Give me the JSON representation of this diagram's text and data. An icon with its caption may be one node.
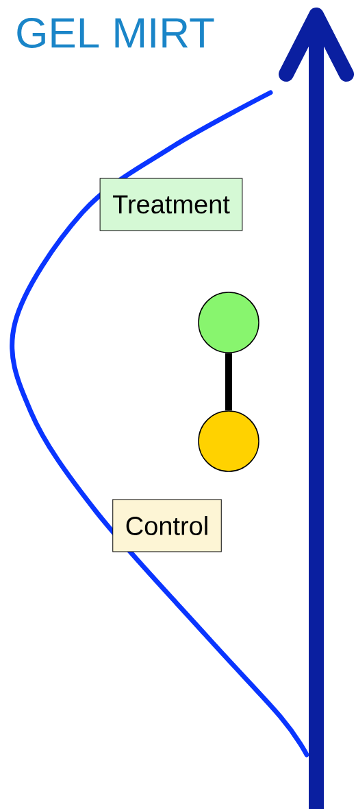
{
  "diagram": {
    "title": "GEL MIRT",
    "nodes": [
      {
        "text": [
          "Treatment"
        ]
      },
      {
        "text": [
          "Control"
        ]
      },
      {
        "text": [],
        "shape": "circle"
      },
      {
        "text": [],
        "shape": "circle"
      }
    ],
    "edges": [
      {
        "from": 2,
        "to": 3,
        "arrow": "none"
      }
    ]
  }
}
